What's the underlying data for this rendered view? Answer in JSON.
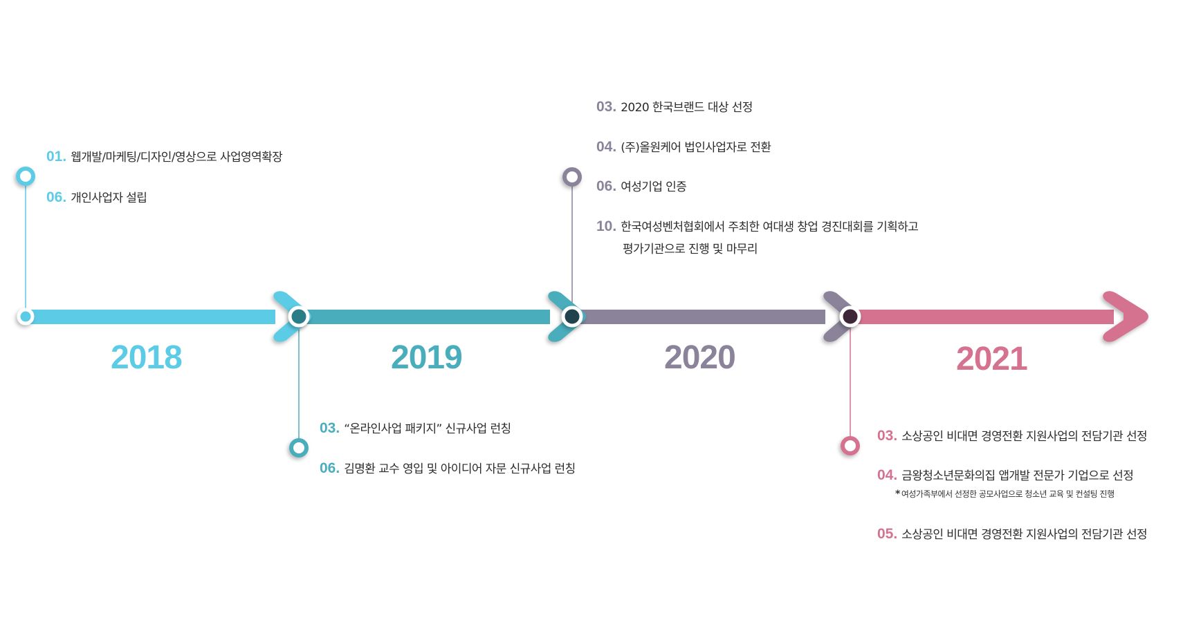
{
  "colors": {
    "y2018": "#5ccbe6",
    "y2019": "#4aadbb",
    "y2020": "#8a8399",
    "y2021": "#d4728f",
    "text": "#2b2b2b"
  },
  "years": [
    {
      "label": "2018",
      "color": "#5ccbe6"
    },
    {
      "label": "2019",
      "color": "#4aadbb"
    },
    {
      "label": "2020",
      "color": "#8a8399"
    },
    {
      "label": "2021",
      "color": "#d4728f"
    }
  ],
  "groups": {
    "y2018_top": [
      {
        "month": "01.",
        "text": "웹개발/마케팅/디자인/영상으로 사업영역확장"
      },
      {
        "month": "06.",
        "text": "개인사업자 설립"
      }
    ],
    "y2019_bottom": [
      {
        "month": "03.",
        "text": "“온라인사업 패키지” 신규사업 런칭"
      },
      {
        "month": "06.",
        "text": "김명환 교수 영입 및 아이디어 자문 신규사업 런칭"
      }
    ],
    "y2020_top": [
      {
        "month": "03.",
        "text": "2020 한국브랜드 대상 선정"
      },
      {
        "month": "04.",
        "text": "(주)올원케어 법인사업자로 전환"
      },
      {
        "month": "06.",
        "text": "여성기업 인증"
      },
      {
        "month": "10.",
        "text": "한국여성벤처협회에서 주최한 여대생 창업 경진대회를 기획하고",
        "text2": "평가기관으로 진행 및 마무리"
      }
    ],
    "y2021_bottom": [
      {
        "month": "03.",
        "text": "소상공인 비대면 경영전환 지원사업의 전담기관 선정"
      },
      {
        "month": "04.",
        "text": "금왕청소년문화의집 앱개발 전문가 기업으로 선정",
        "note": "여성가족부에서 선정한 공모사업으로 청소년 교육 및 컨설팅 진행"
      },
      {
        "month": "05.",
        "text": "소상공인 비대면 경영전환 지원사업의 전담기관 선정"
      }
    ]
  }
}
